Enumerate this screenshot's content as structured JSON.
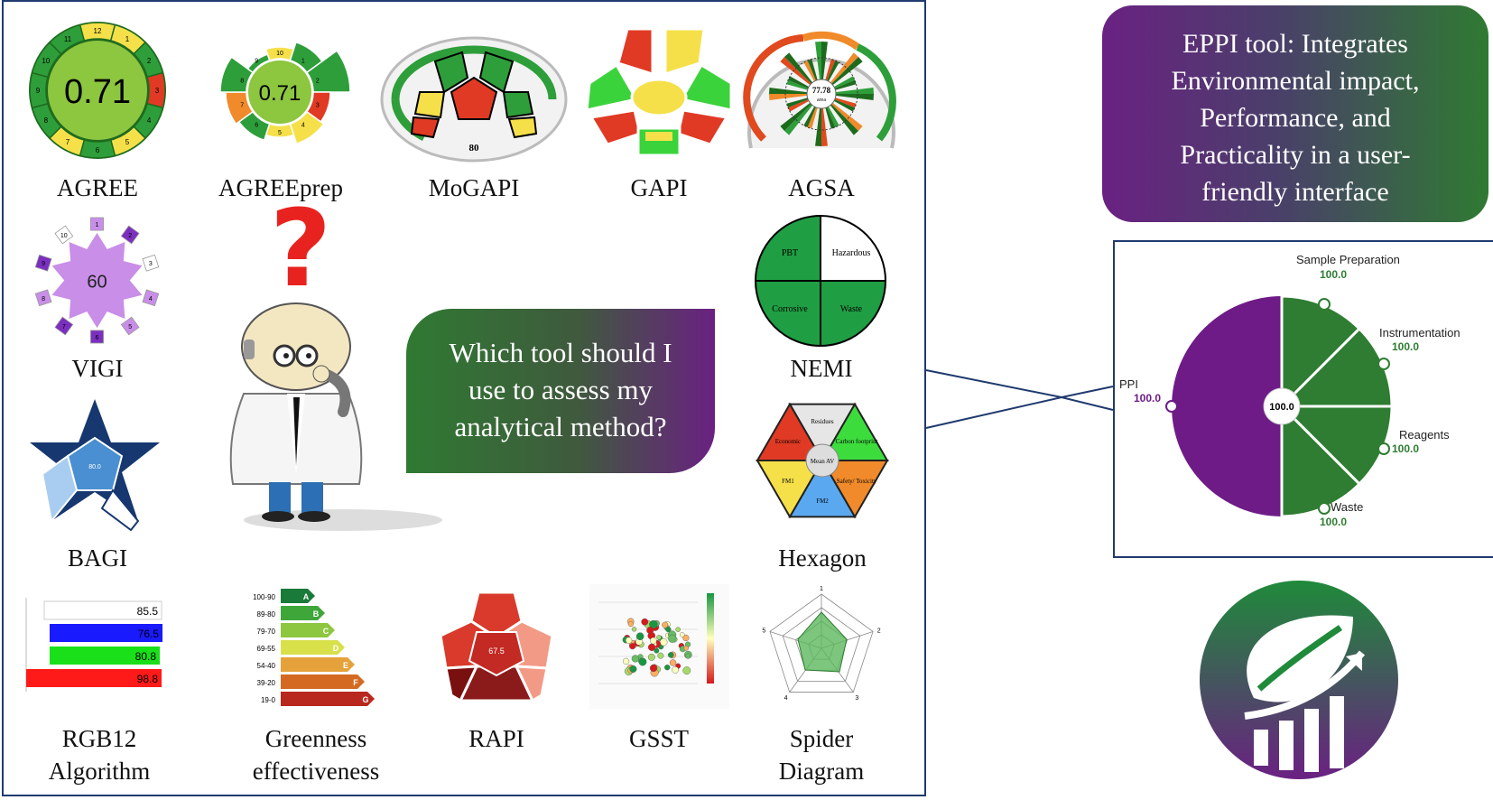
{
  "tools": {
    "agree": {
      "label": "AGREE",
      "score": "0.71",
      "segments": [
        "12",
        "1",
        "2",
        "3",
        "4",
        "5",
        "6",
        "7",
        "8",
        "9",
        "10",
        "11"
      ]
    },
    "agreeprep": {
      "label": "AGREEprep",
      "score": "0.71",
      "segments": [
        "10",
        "1",
        "2",
        "3",
        "4",
        "5",
        "6",
        "7",
        "8",
        "9"
      ]
    },
    "mogapi": {
      "label": "MoGAPI",
      "score": "80"
    },
    "gapi": {
      "label": "GAPI"
    },
    "agsa": {
      "label": "AGSA",
      "score": "77.78",
      "unit": "area"
    },
    "vigi": {
      "label": "VIGI",
      "score": "60",
      "points": [
        "1",
        "2",
        "3",
        "4",
        "5",
        "6",
        "7",
        "8",
        "9",
        "10"
      ]
    },
    "nemi": {
      "label": "NEMI",
      "quadrants": [
        "PBT",
        "Hazardous",
        "Corrosive",
        "Waste"
      ]
    },
    "bagi": {
      "label": "BAGI",
      "score": "80.0"
    },
    "hexagon": {
      "label": "Hexagon",
      "sectors": [
        "Residues",
        "Carbon footprint",
        "Safety/ Toxicity",
        "FM2",
        "FM1",
        "Economic"
      ],
      "center": "Mean AV"
    },
    "rgb12": {
      "label_line1": "RGB12",
      "label_line2": "Algorithm",
      "bars": [
        "85.5",
        "76.5",
        "80.8",
        "98.8"
      ]
    },
    "greenness": {
      "label_line1": "Greenness",
      "label_line2": "effectiveness",
      "ranges": [
        "100-90",
        "89-80",
        "79-70",
        "69-55",
        "54-40",
        "39-20",
        "19-0"
      ],
      "grades": [
        "A",
        "B",
        "C",
        "D",
        "E",
        "F",
        "G"
      ]
    },
    "rapi": {
      "label": "RAPI",
      "score": "67.5"
    },
    "gsst": {
      "label": "GSST"
    },
    "spider": {
      "label_line1": "Spider",
      "label_line2": "Diagram",
      "axes": [
        "1",
        "2",
        "3",
        "4",
        "5"
      ]
    }
  },
  "question_bubble": {
    "line1": "Which tool should I",
    "line2": "use to assess my",
    "line3": "analytical method?"
  },
  "question_mark": "?",
  "eppi_bubble": {
    "line1": "EPPI tool: Integrates",
    "line2": "Environmental impact,",
    "line3": "Performance, and",
    "line4": "Practicality in a user-",
    "line5": "friendly interface"
  },
  "eppi_chart": {
    "center": "100.0",
    "ppi": {
      "label": "PPI",
      "value": "100.0"
    },
    "segments": [
      {
        "label": "Sample Preparation",
        "value": "100.0"
      },
      {
        "label": "Instrumentation",
        "value": "100.0"
      },
      {
        "label": "Reagents",
        "value": "100.0"
      },
      {
        "label": "Waste",
        "value": "100.0"
      }
    ]
  },
  "colors": {
    "purple": "#6a2182",
    "green": "#2e7d32",
    "navy": "#1f3a6e"
  }
}
